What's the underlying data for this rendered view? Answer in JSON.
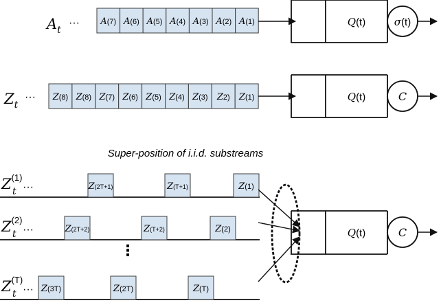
{
  "top_queue": {
    "stream_symbol": "A",
    "stream_sub": "t",
    "ellipsis": "···",
    "cells": [
      {
        "letter": "A",
        "sub": "(7)"
      },
      {
        "letter": "A",
        "sub": "(6)"
      },
      {
        "letter": "A",
        "sub": "(5)"
      },
      {
        "letter": "A",
        "sub": "(4)"
      },
      {
        "letter": "A",
        "sub": "(3)"
      },
      {
        "letter": "A",
        "sub": "(2)"
      },
      {
        "letter": "A",
        "sub": "(1)"
      }
    ],
    "queue_q": "Q",
    "queue_arg": "(t)",
    "server_symbol": "σ",
    "server_arg": "(t)"
  },
  "mid_queue": {
    "stream_symbol": "Z",
    "stream_sub": "t",
    "ellipsis": "···",
    "cells": [
      {
        "letter": "Z",
        "sub": "(8)"
      },
      {
        "letter": "Z",
        "sub": "(8)"
      },
      {
        "letter": "Z",
        "sub": "(7)"
      },
      {
        "letter": "Z",
        "sub": "(6)"
      },
      {
        "letter": "Z",
        "sub": "(5)"
      },
      {
        "letter": "Z",
        "sub": "(4)"
      },
      {
        "letter": "Z",
        "sub": "(3)"
      },
      {
        "letter": "Z",
        "sub": "2)"
      },
      {
        "letter": "Z",
        "sub": "(1)"
      }
    ],
    "queue_q": "Q",
    "queue_arg": "(t)",
    "server_symbol": "C"
  },
  "superposition": {
    "caption": "Super-position of i.i.d. substreams",
    "streams": [
      {
        "symbol": "Z",
        "sup": "(1)",
        "sub": "t",
        "ellipsis": "···",
        "cells": [
          {
            "letter": "Z",
            "sub": "(2T+1)"
          },
          {
            "letter": "Z",
            "sub": "(T+1)"
          },
          {
            "letter": "Z",
            "sub": "(1)"
          }
        ]
      },
      {
        "symbol": "Z",
        "sup": "(2)",
        "sub": "t",
        "ellipsis": "···",
        "cells": [
          {
            "letter": "Z",
            "sub": "(2T+2)"
          },
          {
            "letter": "Z",
            "sub": "(T+2)"
          },
          {
            "letter": "Z",
            "sub": "(2)"
          }
        ]
      },
      {
        "symbol": "Z",
        "sup": "(T)",
        "sub": "t",
        "ellipsis": "···",
        "cells": [
          {
            "letter": "Z",
            "sub": "(3T)"
          },
          {
            "letter": "Z",
            "sub": "(2T)"
          },
          {
            "letter": "Z",
            "sub": "(T)"
          }
        ]
      }
    ],
    "vertical_dots": "⋮",
    "queue_q": "Q",
    "queue_arg": "(t)",
    "server_symbol": "C"
  }
}
